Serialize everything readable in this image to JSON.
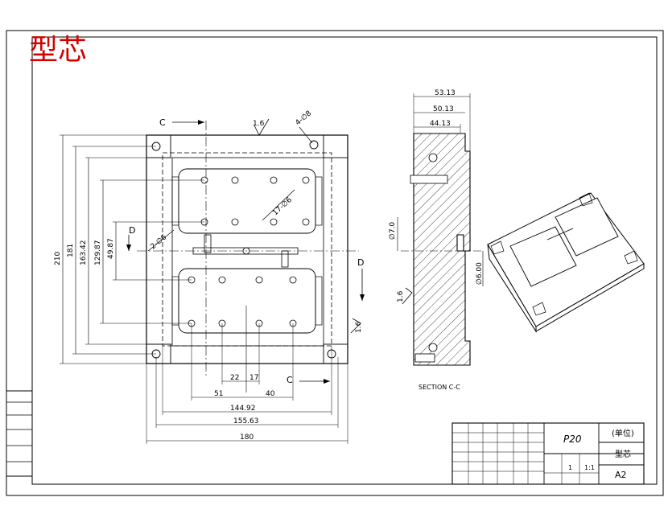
{
  "title_stamp": "型芯",
  "section_labels": {
    "c_left": "C",
    "c_bottom": "C",
    "d_left": "D",
    "d_right": "D",
    "section_caption": "SECTION C-C"
  },
  "dimensions": {
    "overall_width": "180",
    "overall_height": "210",
    "w_155": "155.63",
    "w_144": "144.92",
    "h_181": "181",
    "h_163": "163.42",
    "h_129": "129.87",
    "h_49": "49.87",
    "d_51": "51",
    "d_40": "40",
    "d_22": "22",
    "d_17": "17",
    "side_53": "53.13",
    "side_50": "50.13",
    "side_44": "44.13",
    "side_dia_7": "∅7.0",
    "side_dia_6": "∅6.00",
    "hole_note_1": "4-∅8",
    "hole_note_2": "17-∅6",
    "hole_note_3": "2-∅6"
  },
  "roughness": {
    "r1": "1.6",
    "r2": "1.6",
    "r3": "1.6"
  },
  "title_block": {
    "part_no": "P20",
    "company": "(单位)",
    "part_name": "型芯",
    "sheet_size": "A2",
    "scale": "1:1",
    "count": "1"
  }
}
